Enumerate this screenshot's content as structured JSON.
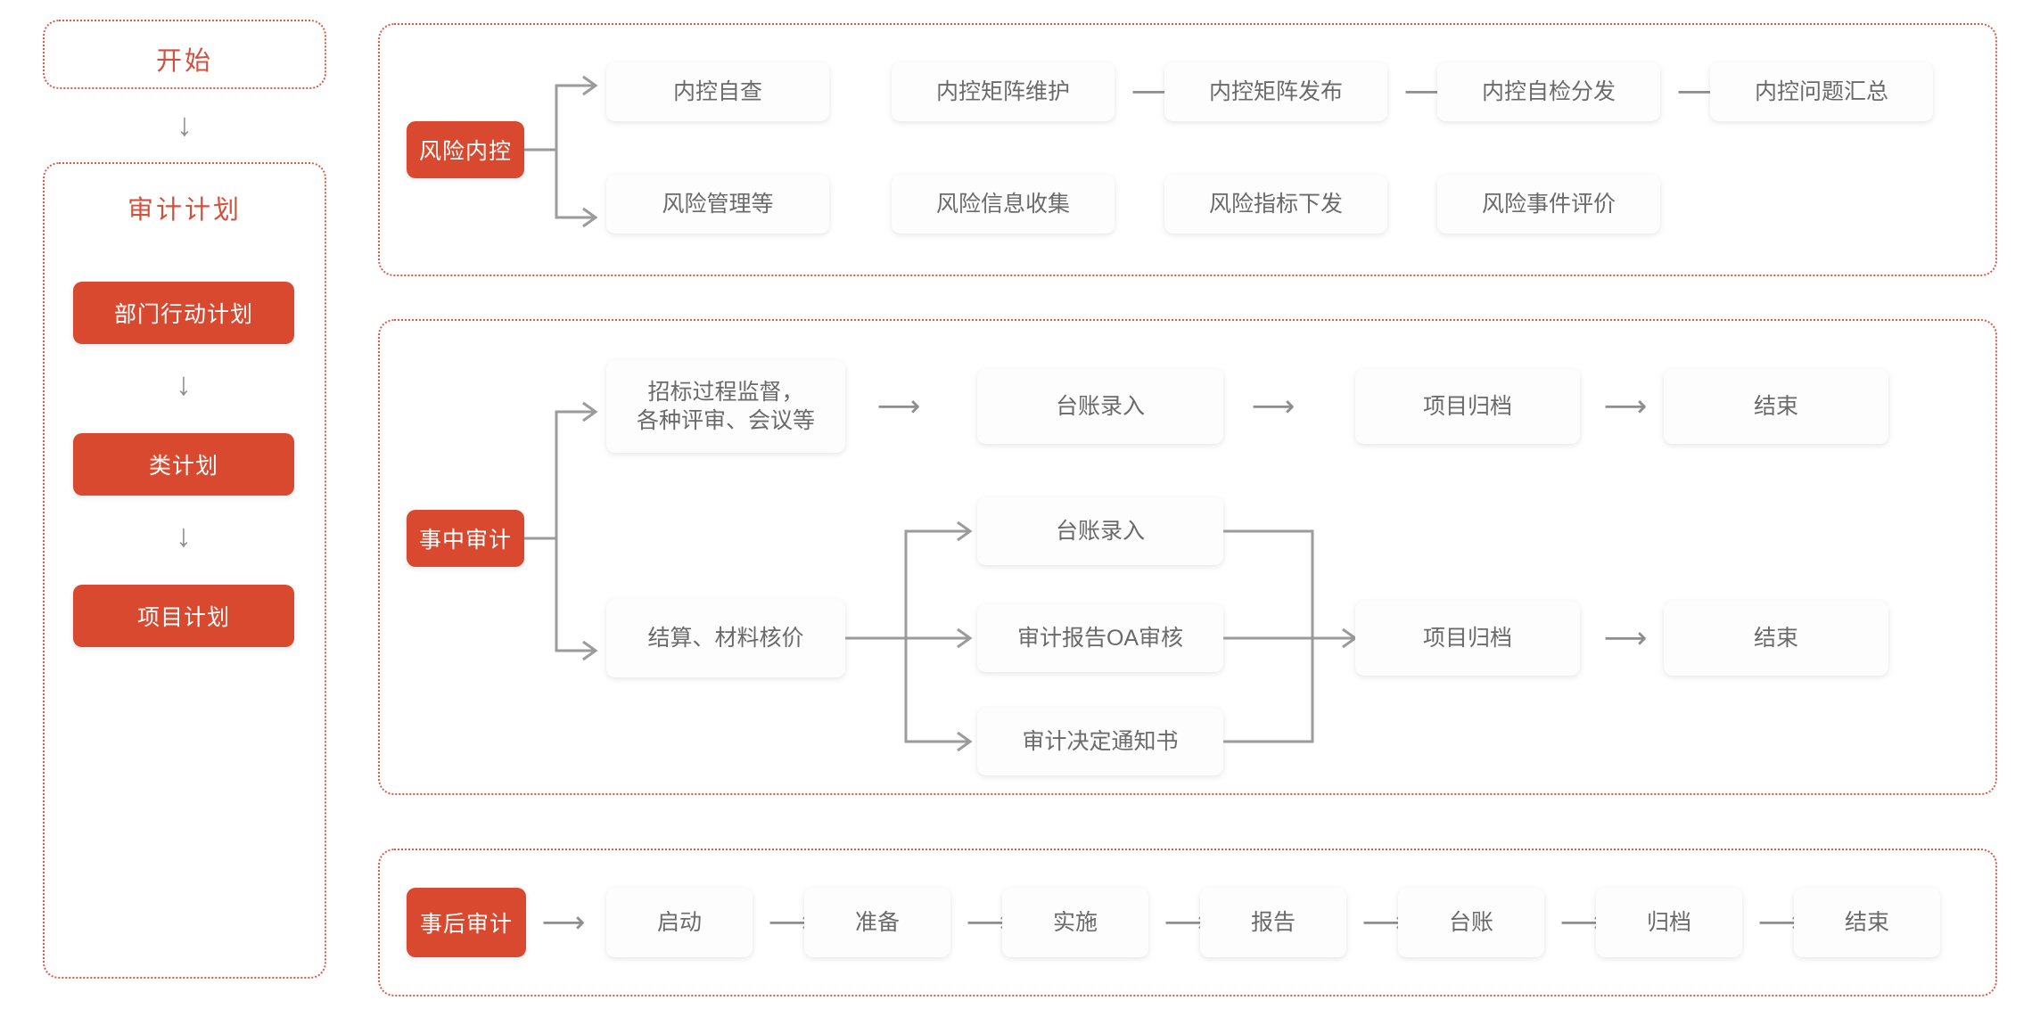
{
  "colors": {
    "accent_red": "#d9492f",
    "title_red": "#d4503c",
    "dashed_border": "#e05a47",
    "box_text": "#6a6a6a",
    "connector": "#9b9b9b"
  },
  "icons": {
    "arrow_right": "⟶",
    "arrow_down": "↓"
  },
  "left_column": {
    "start_panel": {
      "title": "开始"
    },
    "plan_panel": {
      "title": "审计计划",
      "steps": [
        {
          "label": "部门行动计划"
        },
        {
          "label": "类计划"
        },
        {
          "label": "项目计划"
        }
      ]
    }
  },
  "sections": [
    {
      "id": "risk-internal-control",
      "chip": "风险内控",
      "rows": [
        {
          "id": "row-internal-control",
          "nodes": [
            "内控自查",
            "内控矩阵维护",
            "内控矩阵发布",
            "内控自检分发",
            "内控问题汇总"
          ],
          "arrows_between": [
            false,
            true,
            true,
            true
          ]
        },
        {
          "id": "row-risk-management",
          "nodes": [
            "风险管理等",
            "风险信息收集",
            "风险指标下发",
            "风险事件评价"
          ],
          "arrows_between": [
            false,
            false,
            false
          ]
        }
      ]
    },
    {
      "id": "during-audit",
      "chip": "事中审计",
      "branch_top": {
        "first": "招标过程监督，\n各种评审、会议等",
        "chain": [
          "台账录入",
          "项目归档",
          "结束"
        ]
      },
      "branch_bottom": {
        "first": "结算、材料核价",
        "fanout": [
          "台账录入",
          "审计报告OA审核",
          "审计决定通知书"
        ],
        "merge_chain": [
          "项目归档",
          "结束"
        ]
      }
    },
    {
      "id": "post-audit",
      "chip": "事后审计",
      "nodes": [
        "启动",
        "准备",
        "实施",
        "报告",
        "台账",
        "归档",
        "结束"
      ]
    }
  ]
}
